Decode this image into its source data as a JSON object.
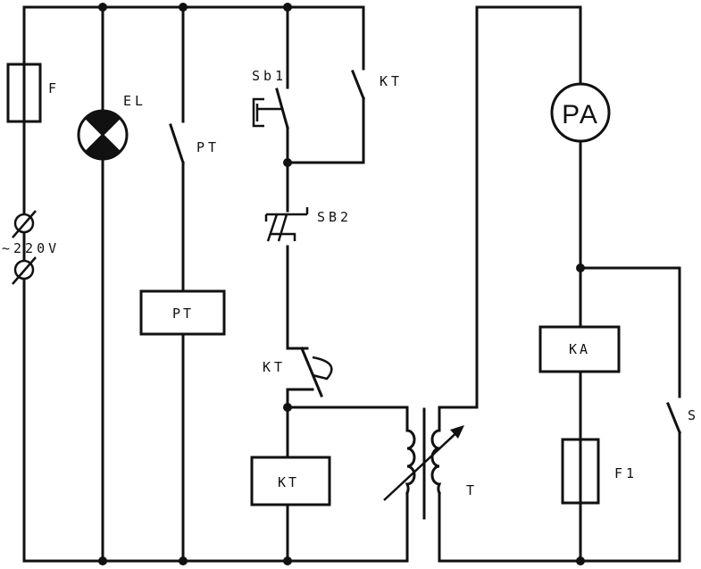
{
  "labels": {
    "fuse_main": "F",
    "lamp": "EL",
    "supply": "~220V",
    "pt_contact": "PT",
    "pt_coil": "PT",
    "sb1": "Sb1",
    "kt_contact_top": "KT",
    "sb2": "SB2",
    "kt_contact_mid": "KT",
    "kt_coil": "KT",
    "transformer": "T",
    "ammeter": "PA",
    "ka_coil": "KA",
    "fuse_f1": "F1",
    "switch_s": "S"
  }
}
